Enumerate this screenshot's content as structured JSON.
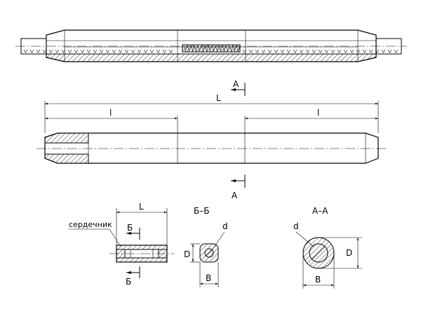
{
  "labels": {
    "section_a_top": "А",
    "section_a_bottom": "А",
    "overall_length": "L",
    "left_length": "l",
    "right_length": "l",
    "ferrule_length": "L",
    "core_callout": "сердечник",
    "section_b_top": "Б",
    "section_b_bottom": "Б",
    "section_bb_title": "Б–Б",
    "section_aa_title": "А–А",
    "bb_diameter": "d",
    "bb_height": "D",
    "bb_width": "В",
    "aa_diameter": "d",
    "aa_height": "D",
    "aa_width": "В"
  }
}
